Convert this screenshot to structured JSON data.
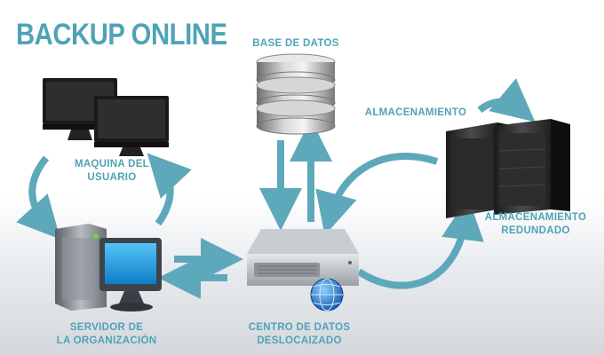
{
  "title": "BACKUP ONLINE",
  "labels": {
    "database": "BASE DE DATOS",
    "user_machine_line1": "MAQUINA DEL",
    "user_machine_line2": "USUARIO",
    "org_server_line1": "SERVIDOR DE",
    "org_server_line2": "LA ORGANIZACIÓN",
    "data_center_line1": "CENTRO DE DATOS",
    "data_center_line2": "DESLOCAIZADO",
    "storage": "ALMACENAMIENTO",
    "redundant_line1": "ALMACENAMIENTO",
    "redundant_line2": "REDUNDADO"
  },
  "colors": {
    "accent": "#4fa3b6",
    "arrow": "#5ea8bb"
  },
  "icons": [
    "monitor-icon",
    "database-icon",
    "server-rack-icon",
    "workstation-icon",
    "datacenter-server-icon",
    "globe-icon"
  ]
}
